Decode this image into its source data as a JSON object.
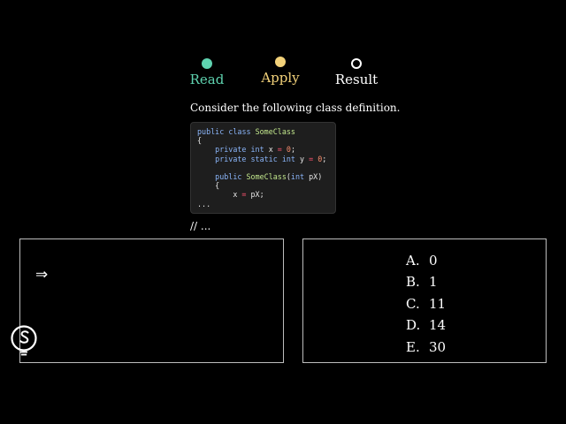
{
  "steps": [
    {
      "label": "Read",
      "state": "done",
      "color": "#5fd3b0"
    },
    {
      "label": "Apply",
      "state": "current",
      "color": "#f3d27a"
    },
    {
      "label": "Result",
      "state": "pending",
      "color": "#ffffff"
    }
  ],
  "question": {
    "prompt": "Consider the following class definition.",
    "trailing": "// ..."
  },
  "code": {
    "lines": [
      "public class SomeClass",
      "{",
      "    private int x = 0;",
      "    private static int y = 0;",
      "",
      "    public SomeClass(int pX)",
      "    {",
      "        x = pX;",
      "..."
    ]
  },
  "left_panel": {
    "arrow_icon": "double-right-arrow-icon",
    "arrow_glyph": "⇒"
  },
  "choices": [
    {
      "letter": "A.",
      "value": "0"
    },
    {
      "letter": "B.",
      "value": "1"
    },
    {
      "letter": "C.",
      "value": "11"
    },
    {
      "letter": "D.",
      "value": "14"
    },
    {
      "letter": "E.",
      "value": "30"
    }
  ],
  "logo": {
    "icon": "cs-lightbulb-logo-icon"
  }
}
